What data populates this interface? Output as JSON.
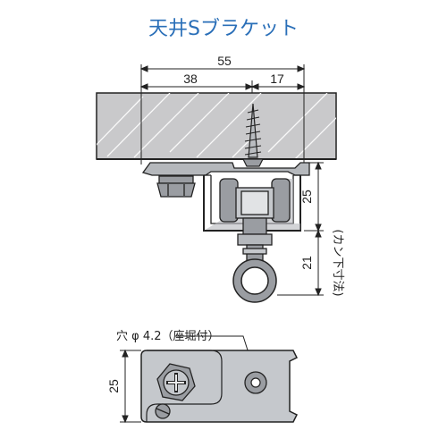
{
  "title": "天井Sブラケット",
  "dimensions": {
    "total_width": "55",
    "left_width": "38",
    "right_width": "17",
    "bracket_height": "25",
    "hook_drop": "21",
    "hook_drop_note": "(カン下寸法)",
    "plate_height": "25"
  },
  "hole_label": "穴 φ 4.2（座堀付）",
  "colors": {
    "title": "#2a6fb8",
    "ceiling": "#c9c9cb",
    "metal": "#9a9da2",
    "line": "#222222"
  }
}
